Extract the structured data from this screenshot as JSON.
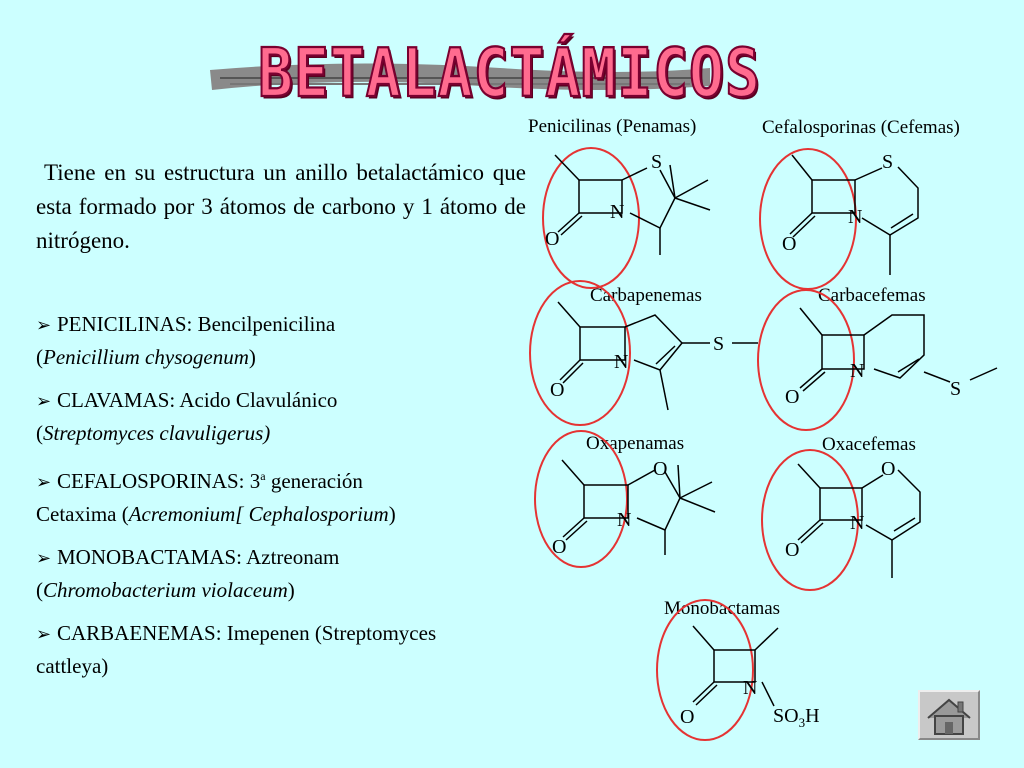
{
  "title": "BETALACTÁMICOS",
  "intro": "Tiene en su estructura un anillo betalactámico que esta formado por 3 átomos de carbono y 1 átomo de nitrógeno.",
  "bullets": [
    {
      "main": "PENICILINAS: Bencilpenicilina",
      "source_open": "(",
      "source": "Penicillium chysogenum",
      "source_close": ")"
    },
    {
      "main": "CLAVAMAS: Acido Clavulánico",
      "source_open": "(",
      "source": "Streptomyces clavuligerus)",
      "source_close": ""
    },
    {
      "main_pre": "CEFALOSPORINAS: 3",
      "sup": "a",
      "main_post": " generación",
      "line2_pre": "Cetaxima (",
      "source": "Acremonium[ Cephalosporium",
      "source_close": ")"
    },
    {
      "main": "MONOBACTAMAS: Aztreonam",
      "source_open": "(",
      "source": "Chromobacterium violaceum",
      "source_close": ")"
    },
    {
      "main": "CARBAENEMAS: Imepenen (Streptomyces",
      "line2": "cattleya)"
    }
  ],
  "molecules": {
    "penicilinas": "Penicilinas (Penamas)",
    "cefalosporinas": "Cefalosporinas (Cefemas)",
    "carbapenemas": "Carbapenemas",
    "carbacefemas": "Carbacefemas",
    "oxapenamas": "Oxapenamas",
    "oxacefemas": "Oxacefemas",
    "monobactamas": "Monobactamas"
  },
  "atoms": {
    "S": "S",
    "N": "N",
    "O": "O",
    "SO3H_pre": "SO",
    "SO3H_sub": "3",
    "SO3H_post": "H"
  },
  "colors": {
    "background": "#ccffff",
    "ring_circle": "#e53333",
    "title_fill": "#ff6b8f"
  },
  "icons": {
    "bullet": "arrow-bullet-icon",
    "home": "home-icon"
  }
}
